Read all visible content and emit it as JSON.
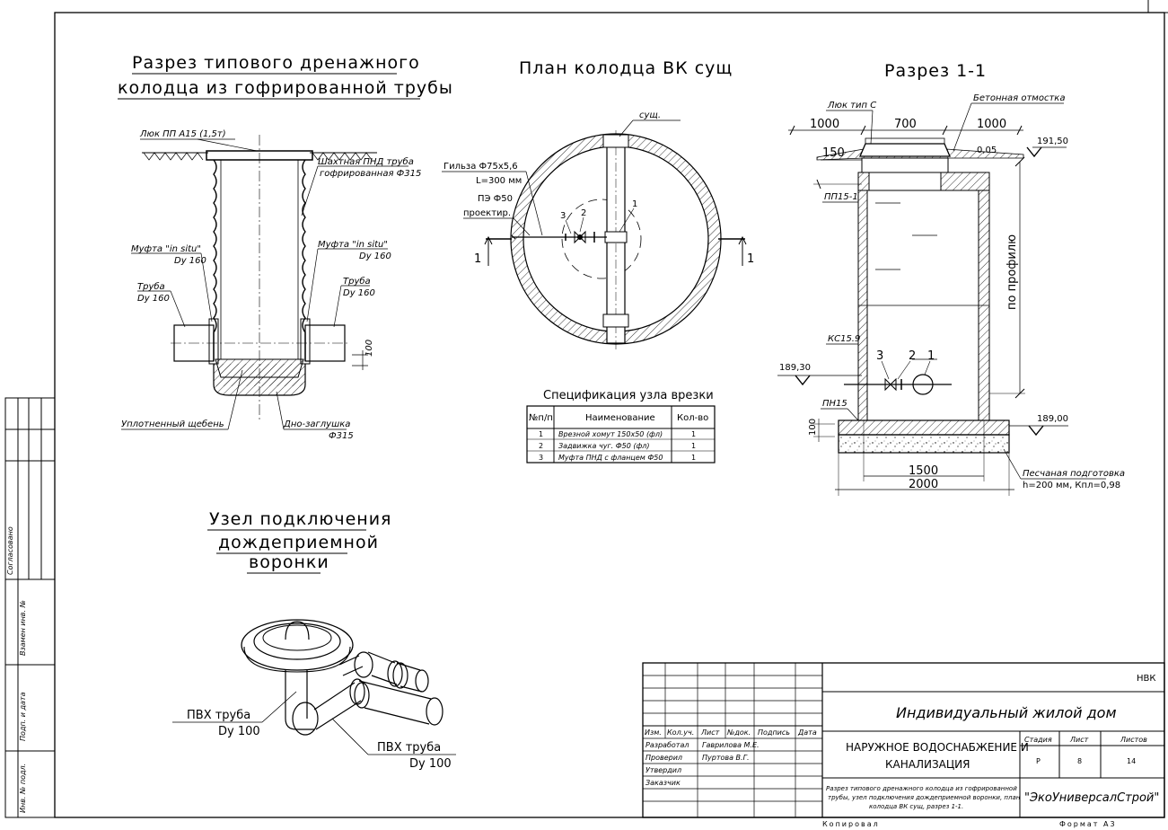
{
  "titles": {
    "drain_well": [
      "Разрез типового дренажного",
      "колодца из гофрированной трубы"
    ],
    "plan": "План колодца ВК сущ",
    "section": "Разрез 1-1",
    "funnel": [
      "Узел подключения",
      "дождеприемной",
      "воронки"
    ]
  },
  "drain_labels": {
    "hatch": "Люк ПП А15 (1,5т)",
    "shaft": [
      "Шахтная ПНД труба",
      "гофрированная Ф315"
    ],
    "coupling_left": [
      "Муфта \"in situ\"",
      "Dy 160"
    ],
    "coupling_right": [
      "Муфта \"in situ\"",
      "Dy 160"
    ],
    "pipe_left": [
      "Труба",
      "Dy 160"
    ],
    "pipe_right": [
      "Труба",
      "Dy 160"
    ],
    "dim_100": "100",
    "gravel": "Уплотненный щебень",
    "bottom": [
      "Дно-заглушка",
      "Ф315"
    ]
  },
  "plan_labels": {
    "exist": "сущ.",
    "sleeve": [
      "Гильза Ф75х5,6",
      "L=300 мм"
    ],
    "pe": [
      "ПЭ Ф50",
      "проектир."
    ],
    "marks": [
      "3",
      "2",
      "1"
    ],
    "cut_left": "1",
    "cut_right": "1"
  },
  "spec": {
    "title": "Спецификация узла врезки",
    "headers": [
      "№п/п",
      "Наименование",
      "Кол-во"
    ],
    "rows": [
      [
        "1",
        "Врезной хомут 150х50 (фл)",
        "1"
      ],
      [
        "2",
        "Задвижка чуг. Ф50 (фл)",
        "1"
      ],
      [
        "3",
        "Муфта ПНД с фланцем Ф50",
        "1"
      ]
    ]
  },
  "section_labels": {
    "hatch": "Люк тип С",
    "blind": "Бетонная отмостка",
    "d1000_left": "1000",
    "d700": "700",
    "d1000_right": "1000",
    "d150": "150",
    "slope": "0,05",
    "lvl_top": "191,50",
    "pp": "ПП15-1",
    "profile": "по профилю",
    "ks": "КС15.9",
    "lvl_pipe": "189,30",
    "marks": [
      "3",
      "2",
      "1"
    ],
    "pn": "ПН15",
    "lvl_bottom": "189,00",
    "d100": "100",
    "d1500": "1500",
    "d2000": "2000",
    "sand": [
      "Песчаная подготовка",
      "h=200 мм, Кпл=0,98"
    ]
  },
  "funnel_labels": {
    "pvc1": [
      "ПВХ труба",
      "Dy 100"
    ],
    "pvc2": [
      "ПВХ труба",
      "Dy 100"
    ]
  },
  "side_stamp": [
    "Согласовано",
    "Взамен инв. №",
    "Подп. и дата",
    "Инв. № подл."
  ],
  "titleblock": {
    "code": "НВК",
    "object": "Индивидуальный жилой дом",
    "headers": [
      "Изм.",
      "Кол.уч.",
      "Лист",
      "№док.",
      "Подпись",
      "Дата"
    ],
    "roles": [
      [
        "Разработал",
        "Гаврилова М.Е."
      ],
      [
        "Проверил",
        "Пуртова В.Г."
      ],
      [
        "Утвердил",
        ""
      ],
      [
        "Заказчик",
        ""
      ]
    ],
    "section": [
      "НАРУЖНОЕ ВОДОСНАБЖЕНИЕ И",
      "КАНАЛИЗАЦИЯ"
    ],
    "stage_h": "Стадия",
    "sheet_h": "Лист",
    "sheets_h": "Листов",
    "stage": "Р",
    "sheet": "8",
    "sheets": "14",
    "desc": [
      "Разрез типового дренажного колодца из гофрированной",
      "трубы, узел подключения дождеприемной воронки, план",
      "колодца ВК сущ, разрез 1-1."
    ],
    "company": "\"ЭкоУниверсалСтрой\"",
    "copied": "Копировал",
    "format": "Формат А3"
  }
}
